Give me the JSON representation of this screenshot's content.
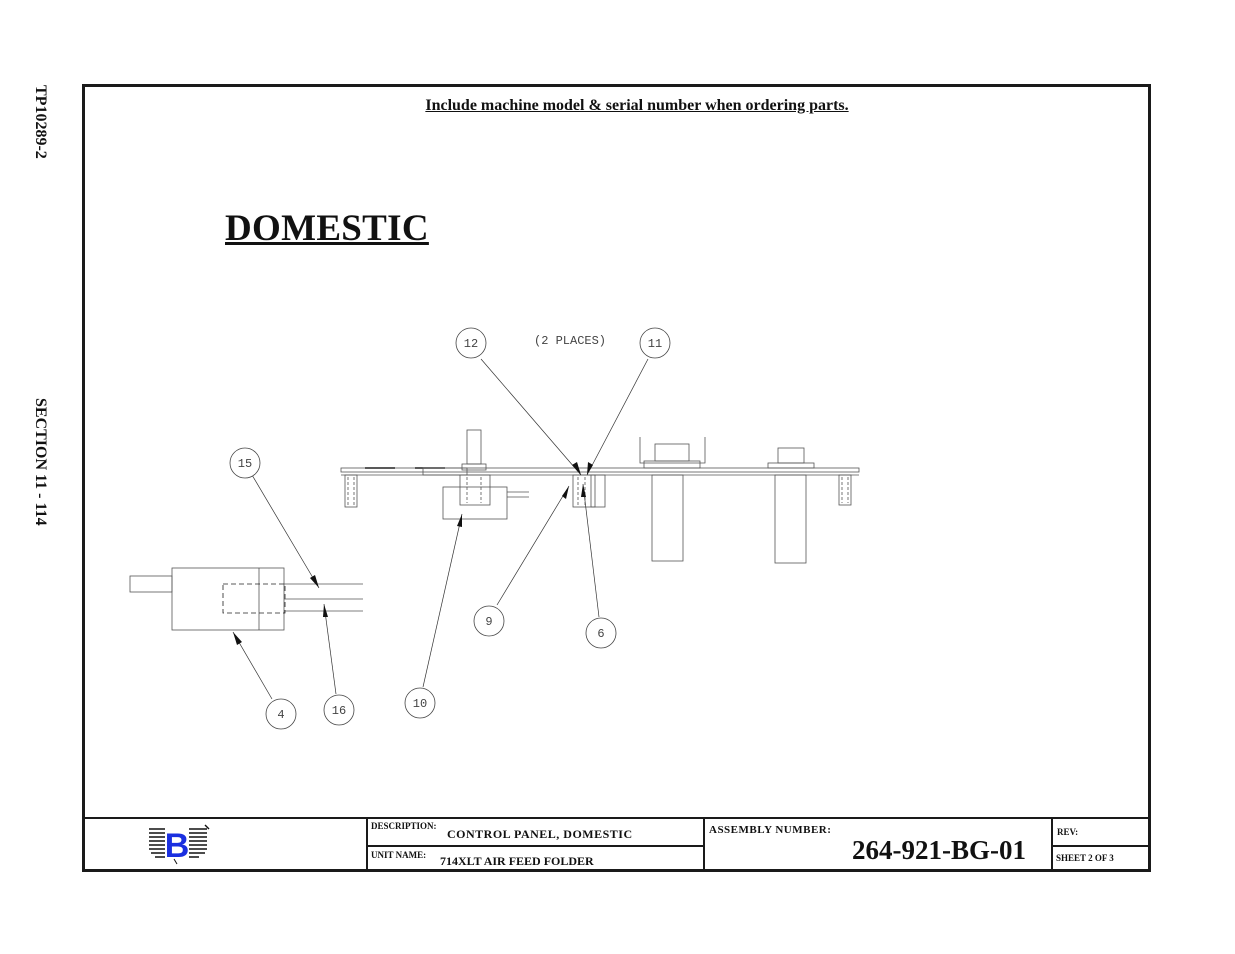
{
  "side_labels": {
    "doc_code": "TP10289-2",
    "section": "SECTION 11 - 114"
  },
  "notice": "Include machine model & serial number when ordering parts.",
  "heading": "DOMESTIC",
  "callouts": [
    {
      "label": "12",
      "note": "(2 PLACES)"
    },
    {
      "label": "11"
    },
    {
      "label": "15"
    },
    {
      "label": "9"
    },
    {
      "label": "6"
    },
    {
      "label": "10"
    },
    {
      "label": "4"
    },
    {
      "label": "16"
    }
  ],
  "title_block": {
    "description_label": "DESCRIPTION:",
    "description": "CONTROL PANEL, DOMESTIC",
    "unit_name_label": "UNIT NAME:",
    "unit_name": "714XLT AIR FEED FOLDER",
    "assembly_label": "ASSEMBLY NUMBER:",
    "assembly_number": "264-921-BG-01",
    "rev_label": "REV:",
    "sheet_text": "SHEET 2 OF 3",
    "logo_letter": "B",
    "logo_color": "#1a2fe0"
  }
}
